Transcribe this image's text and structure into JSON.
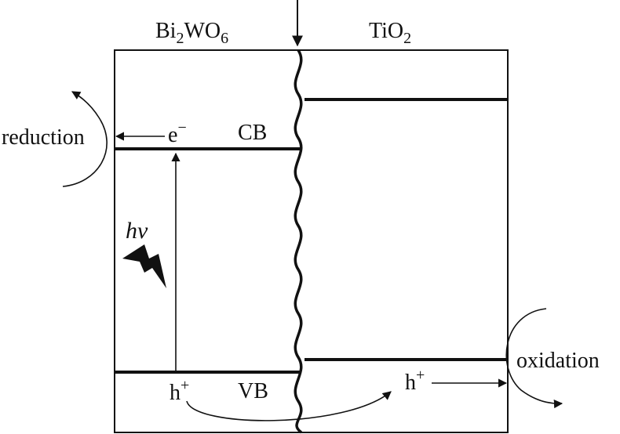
{
  "materials": {
    "left": {
      "base": "Bi",
      "sub1": "2",
      "mid": "WO",
      "sub2": "6"
    },
    "right": {
      "base": "TiO",
      "sub1": "2"
    }
  },
  "bands": {
    "conduction": "CB",
    "valence": "VB"
  },
  "carriers": {
    "electron": {
      "base": "e",
      "sup": "−"
    },
    "hole_left": {
      "base": "h",
      "sup": "+"
    },
    "hole_right": {
      "base": "h",
      "sup": "+"
    }
  },
  "photon": "hv",
  "processes": {
    "reduction": "reduction",
    "oxidation": "oxidation"
  },
  "colors": {
    "ink": "#111111",
    "background": "#ffffff"
  }
}
